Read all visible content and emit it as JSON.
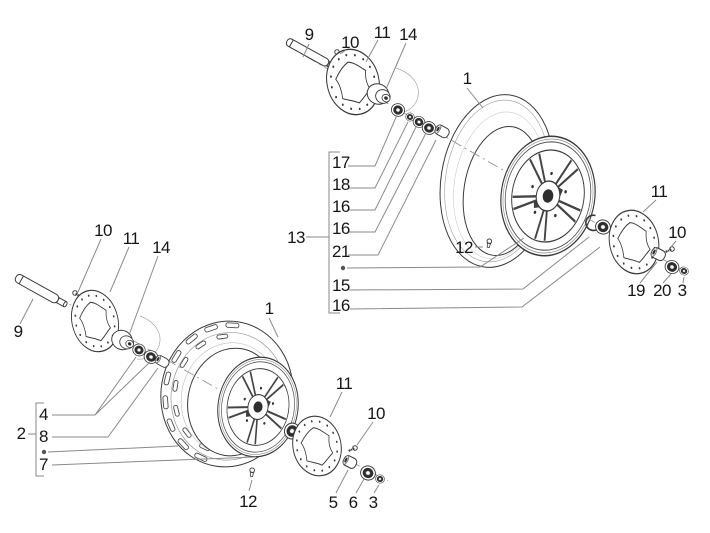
{
  "diagram": {
    "background": "#ffffff",
    "line_color": "#3a3a3a",
    "leader_color": "#8a8a8a",
    "label_color": "#161616"
  },
  "upper_assembly": {
    "axle": "9",
    "disc_screw": "10",
    "brake_disc": "11",
    "hub_cap": "14",
    "tire": "1",
    "valve": "12",
    "group": "13",
    "group_items": [
      "17",
      "18",
      "16",
      "16",
      "21"
    ],
    "circlip": "15",
    "bearing": "16",
    "brake_disc_right": "11",
    "disc_screw_right": "10",
    "spacer": "19",
    "washer": "20",
    "nut": "3"
  },
  "lower_assembly": {
    "disc_screw": "10",
    "brake_disc": "11",
    "hub_cap": "14",
    "axle": "9",
    "tire": "1",
    "valve": "12",
    "group": "2",
    "bearing_set": "4",
    "spacer_tube": "8",
    "rim": "7",
    "brake_disc_right": "11",
    "disc_screw_right": "10",
    "spacer": "5",
    "washer": "6",
    "nut": "3"
  }
}
